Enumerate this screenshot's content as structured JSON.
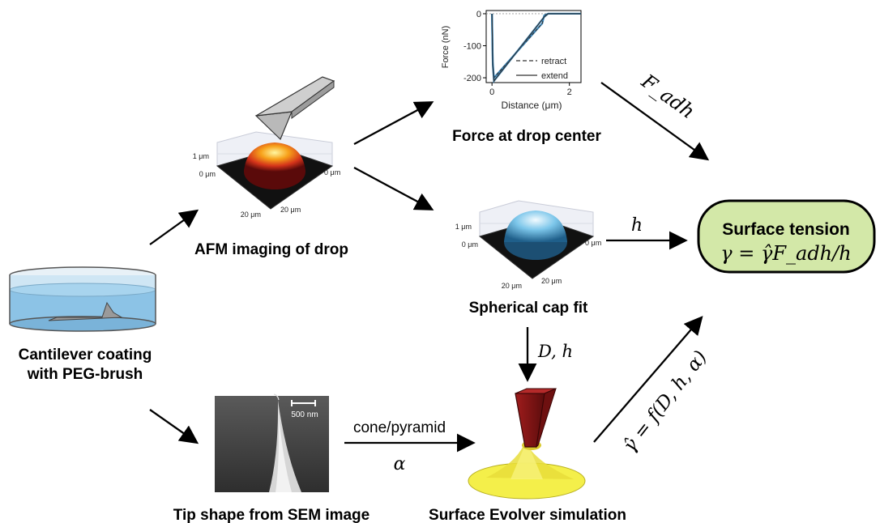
{
  "nodes": {
    "cantilever": {
      "label_line1": "Cantilever coating",
      "label_line2": "with PEG-brush"
    },
    "afm": {
      "label": "AFM imaging of drop",
      "z_tick": "1 μm",
      "zero_left": "0 μm",
      "zero_right": "0 μm",
      "x_tick": "20 μm",
      "y_tick": "20 μm"
    },
    "force": {
      "label": "Force at drop center"
    },
    "cap": {
      "label": "Spherical cap fit",
      "z_tick": "1 μm",
      "zero_left": "0 μm",
      "zero_right": "0 μm",
      "x_tick": "20 μm",
      "y_tick": "20 μm"
    },
    "surface": {
      "title": "Surface tension",
      "formula": "γ = γ̂F_adh/h"
    },
    "sem": {
      "label": "Tip shape from SEM image",
      "scalebar": "500 nm"
    },
    "evolver": {
      "label": "Surface Evolver simulation"
    }
  },
  "edges": {
    "force_to_surface": "F_adh",
    "cap_to_surface": "h",
    "cap_to_evolver": "D, h",
    "sem_to_evolver_top": "cone/pyramid",
    "sem_to_evolver_bottom": "α",
    "evolver_to_surface": "γ̂ = f(D, h, α)"
  },
  "chart_data": {
    "type": "line",
    "xlabel": "Distance (μm)",
    "ylabel": "Force (nN)",
    "xlim": [
      -0.15,
      2.3
    ],
    "ylim": [
      -215,
      10
    ],
    "xticks": [
      0,
      2
    ],
    "yticks": [
      0,
      -100,
      -200
    ],
    "legend_position": "bottom-right",
    "series": [
      {
        "name": "retract",
        "style": "dashed",
        "color": "#333333",
        "x": [
          0,
          0.02,
          0.05,
          1.3,
          1.35,
          1.45,
          2.3
        ],
        "y": [
          0,
          -150,
          -200,
          -30,
          -5,
          0,
          0
        ]
      },
      {
        "name": "extend",
        "style": "solid",
        "color": "#333333",
        "x": [
          0,
          0.02,
          0.05,
          1.35,
          1.45,
          2.3
        ],
        "y": [
          0,
          -160,
          -210,
          -10,
          0,
          0
        ]
      }
    ],
    "highlight_color": "#1f77b4"
  },
  "colors": {
    "surface_fill": "#d3e8a8",
    "cap_fill": "#69b7dd",
    "drop_fill": "#e2541a",
    "tip_fill": "#8b1a1a",
    "evolver_yellow": "#f4ef4a"
  }
}
